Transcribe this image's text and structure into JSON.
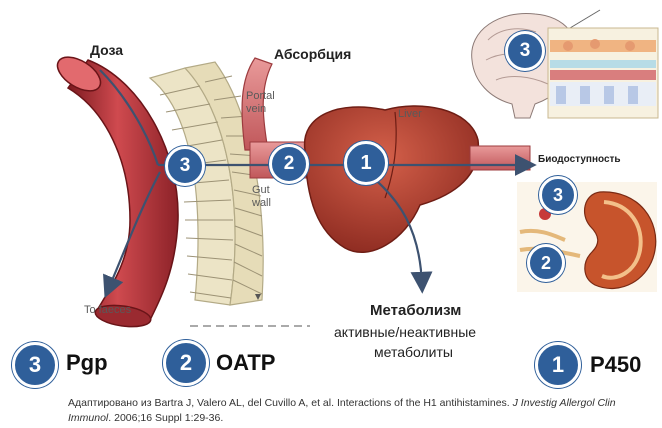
{
  "labels": {
    "dose": "Доза",
    "absorption": "Абсорбция",
    "portal_vein": "Portal\nvein",
    "liver": "Liver",
    "gut_wall": "Gut\nwall",
    "to_faeces": "To faeces",
    "bioavailability": "Биодоступность",
    "metabolism_title": "Метаболизм",
    "metabolism_line1": "активные/неактивные",
    "metabolism_line2": "метаболиты"
  },
  "diagram_markers": {
    "gut": "3",
    "portal": "2",
    "liver": "1",
    "brain": "3",
    "kidney_top": "3",
    "kidney_bottom": "2"
  },
  "legend": [
    {
      "number": "3",
      "label": "Pgp"
    },
    {
      "number": "2",
      "label": "OATP"
    },
    {
      "number": "1",
      "label": "P450"
    }
  ],
  "citation": {
    "text": "Адаптировано из Bartra J, Valero AL, del Cuvillo A, et al. Interactions of the H1 antihistamines. ",
    "journal": "J Investig Allergol Clin Immunol",
    "rest": ". 2006;16 Suppl 1:29-36."
  },
  "colors": {
    "marker_blue": "#2f5f9a",
    "intestine_red": "#b5343c",
    "villi_cream": "#ece4c6",
    "liver_red": "#a8362a",
    "arrow_line": "#3d5270"
  }
}
